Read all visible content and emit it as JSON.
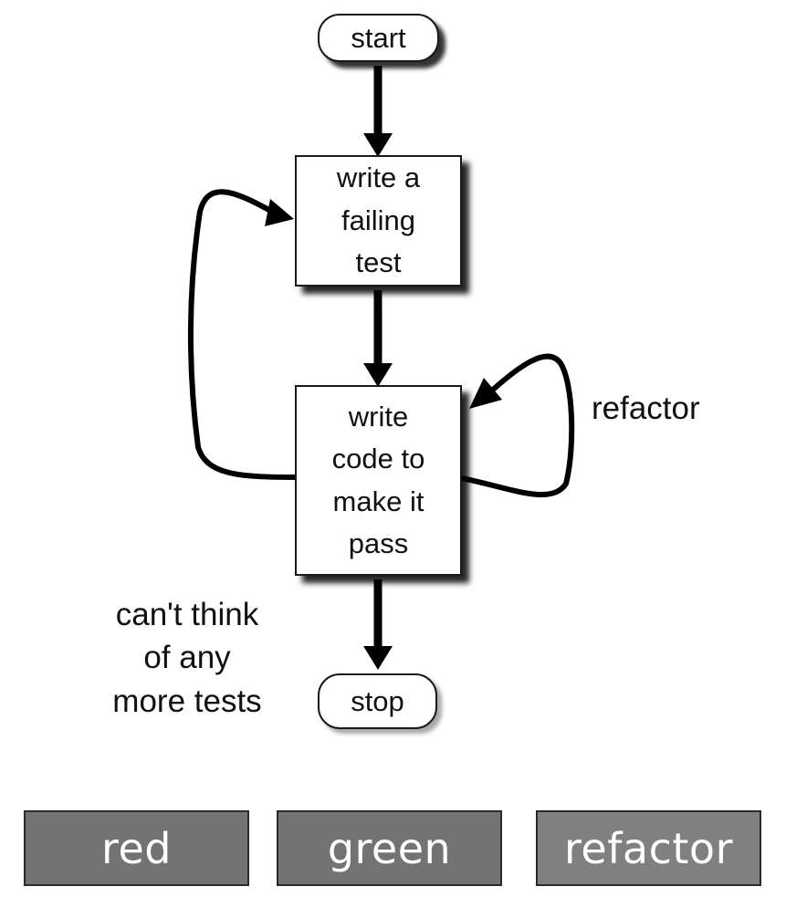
{
  "nodes": {
    "start": "start",
    "write_test": "write a\nfailing\ntest",
    "write_code": "write\ncode to\nmake it\npass",
    "stop": "stop"
  },
  "labels": {
    "refactor": "refactor",
    "cant_think": "can't think\nof any\nmore tests"
  },
  "phases": [
    {
      "label": "red",
      "color": "#737373"
    },
    {
      "label": "green",
      "color": "#737373"
    },
    {
      "label": "refactor",
      "color": "#808080"
    }
  ],
  "colors": {
    "line": "#000000",
    "node_border": "#1a1a1a"
  }
}
